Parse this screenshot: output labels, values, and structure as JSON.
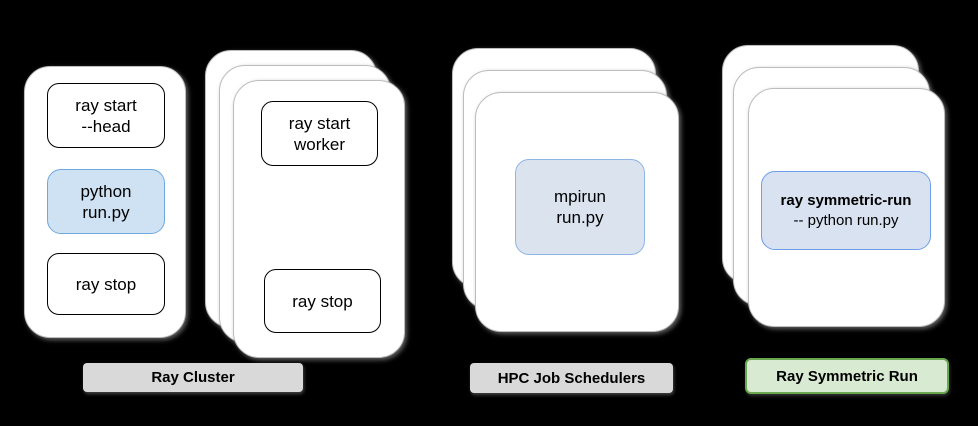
{
  "colors": {
    "background": "#000000",
    "card_fill": "#ffffff",
    "blue_fill_1": "#cfe2f3",
    "blue_border_1": "#6fa8dc",
    "blue_fill_2": "#dae3ee",
    "blue_border_2": "#8eb4e3",
    "blue_fill_3": "#d9e2f0",
    "blue_border_3": "#6d9eeb",
    "gray_badge": "#d9d9d9",
    "green_badge_fill": "#d9ead3",
    "green_badge_border": "#6aa84f"
  },
  "diagram": {
    "ray_cluster": {
      "badge": "Ray Cluster",
      "head_card": {
        "start_box": "ray start\n--head",
        "run_box": "python\nrun.py",
        "stop_box": "ray stop"
      },
      "worker_stack": {
        "start_box": "ray start\nworker",
        "stop_box": "ray stop"
      }
    },
    "hpc": {
      "badge": "HPC Job Schedulers",
      "run_box": "mpirun\nrun.py"
    },
    "symmetric": {
      "badge": "Ray Symmetric Run",
      "run_box_title": "ray symmetric-run",
      "run_box_subtitle": "-- python run.py"
    }
  }
}
